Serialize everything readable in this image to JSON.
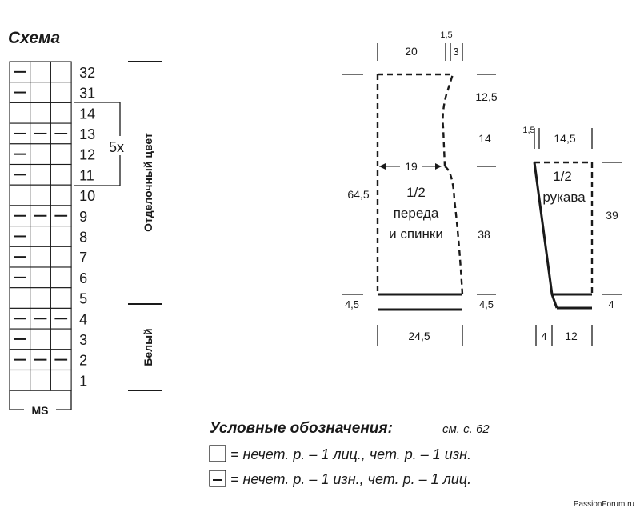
{
  "chart": {
    "title": "Схема",
    "row_numbers": [
      "32",
      "31",
      "14",
      "13",
      "12",
      "11",
      "10",
      "9",
      "8",
      "7",
      "6",
      "5",
      "4",
      "3",
      "2",
      "1"
    ],
    "row_cells": [
      [
        true,
        false,
        false
      ],
      [
        true,
        false,
        false
      ],
      [
        false,
        false,
        false
      ],
      [
        true,
        true,
        true
      ],
      [
        true,
        false,
        false
      ],
      [
        true,
        false,
        false
      ],
      [
        false,
        false,
        false
      ],
      [
        true,
        true,
        true
      ],
      [
        true,
        false,
        false
      ],
      [
        true,
        false,
        false
      ],
      [
        true,
        false,
        false
      ],
      [
        false,
        false,
        false
      ],
      [
        true,
        true,
        true
      ],
      [
        true,
        false,
        false
      ],
      [
        true,
        true,
        true
      ],
      [
        false,
        false,
        false
      ]
    ],
    "repeat_label": "5x",
    "ms_label": "MS",
    "color_trim": "Отделочный цвет",
    "color_white": "Белый"
  },
  "front": {
    "label_line1": "1/2",
    "label_line2": "переда",
    "label_line3": "и спинки",
    "dim_top": "20",
    "dim_top_small": "1,5",
    "dim_top_right": "3",
    "dim_neck": "12,5",
    "dim_armhole": "14",
    "dim_waist": "19",
    "dim_total": "64,5",
    "dim_body": "38",
    "dim_band_left": "4,5",
    "dim_band_right": "4,5",
    "dim_bottom": "24,5"
  },
  "sleeve": {
    "label_line1": "1/2",
    "label_line2": "рукава",
    "dim_top_small": "1,5",
    "dim_top": "14,5",
    "dim_height": "39",
    "dim_band": "4",
    "dim_bottom_small": "4",
    "dim_bottom": "12"
  },
  "legend": {
    "title": "Условные обозначения:",
    "ref": "см. с. 62",
    "item1": "= нечет. р. – 1 лиц., чет. р. – 1 изн.",
    "item2": "= нечет. р. – 1 изн., чет. р. – 1 лиц."
  },
  "watermark": "PassionForum.ru"
}
